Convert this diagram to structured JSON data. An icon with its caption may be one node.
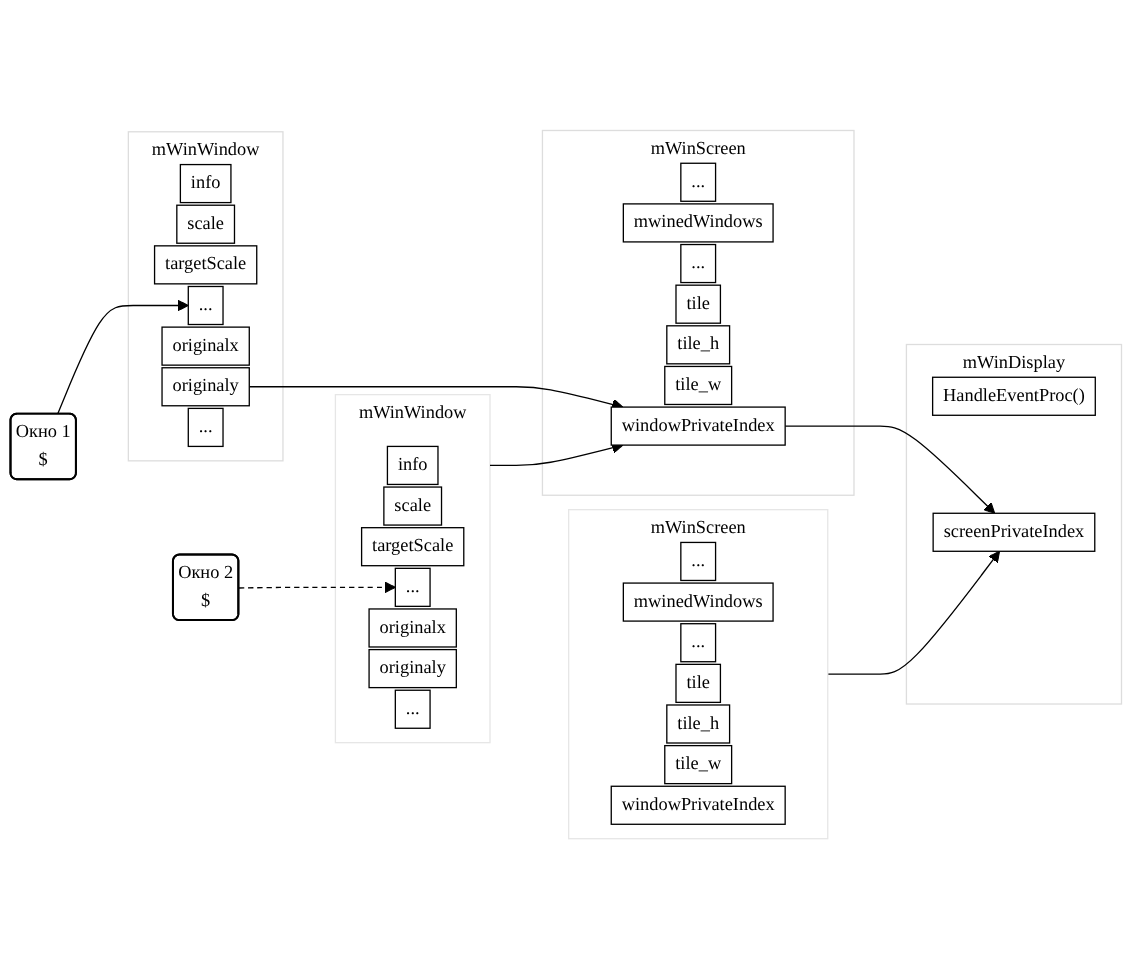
{
  "diagram": {
    "nodes": [
      {
        "text": [
          "Окно 1",
          "$"
        ]
      },
      {
        "text": [
          "mWinWindow"
        ]
      },
      {
        "text": [
          "info"
        ],
        "in": 1
      },
      {
        "text": [
          "scale"
        ],
        "in": 1
      },
      {
        "text": [
          "targetScale"
        ],
        "in": 1
      },
      {
        "text": [
          "..."
        ],
        "in": 1
      },
      {
        "text": [
          "originalx"
        ],
        "in": 1
      },
      {
        "text": [
          "originaly"
        ],
        "in": 1
      },
      {
        "text": [
          "..."
        ],
        "in": 1
      },
      {
        "text": [
          "mWinScreen"
        ]
      },
      {
        "text": [
          "..."
        ],
        "in": 9
      },
      {
        "text": [
          "mwinedWindows"
        ],
        "in": 9
      },
      {
        "text": [
          "..."
        ],
        "in": 9
      },
      {
        "text": [
          "tile"
        ],
        "in": 9
      },
      {
        "text": [
          "tile_h"
        ],
        "in": 9
      },
      {
        "text": [
          "tile_w"
        ],
        "in": 9
      },
      {
        "text": [
          "windowPrivateIndex"
        ],
        "in": 9
      },
      {
        "text": [
          "mWinDisplay"
        ]
      },
      {
        "text": [
          "HandleEventProc()"
        ],
        "in": 17
      },
      {
        "text": [
          "screenPrivateIndex"
        ],
        "in": 17
      },
      {
        "text": [
          "Окно 2",
          "$"
        ]
      },
      {
        "text": [
          "mWinWindow"
        ]
      },
      {
        "text": [
          "info"
        ],
        "in": 21
      },
      {
        "text": [
          "scale"
        ],
        "in": 21
      },
      {
        "text": [
          "targetScale"
        ],
        "in": 21
      },
      {
        "text": [
          "..."
        ],
        "in": 21
      },
      {
        "text": [
          "originalx"
        ],
        "in": 21
      },
      {
        "text": [
          "originaly"
        ],
        "in": 21
      },
      {
        "text": [
          "..."
        ],
        "in": 21
      },
      {
        "text": [
          "mWinScreen"
        ]
      },
      {
        "text": [
          "..."
        ],
        "in": 29
      },
      {
        "text": [
          "mwinedWindows"
        ],
        "in": 29
      },
      {
        "text": [
          "..."
        ],
        "in": 29
      },
      {
        "text": [
          "tile"
        ],
        "in": 29
      },
      {
        "text": [
          "tile_h"
        ],
        "in": 29
      },
      {
        "text": [
          "tile_w"
        ],
        "in": 29
      },
      {
        "text": [
          "windowPrivateIndex"
        ],
        "in": 29
      }
    ],
    "edges": [
      {
        "from": 0,
        "to": 5,
        "arrow": "to"
      },
      {
        "from": 7,
        "to": 16,
        "arrow": "to"
      },
      {
        "from": 21,
        "to": 16,
        "arrow": "to"
      },
      {
        "from": 16,
        "to": 19,
        "arrow": "to"
      },
      {
        "from": 29,
        "to": 19,
        "arrow": "to"
      },
      {
        "from": 20,
        "to": 25,
        "arrow": "to",
        "style": "dashed"
      }
    ]
  }
}
